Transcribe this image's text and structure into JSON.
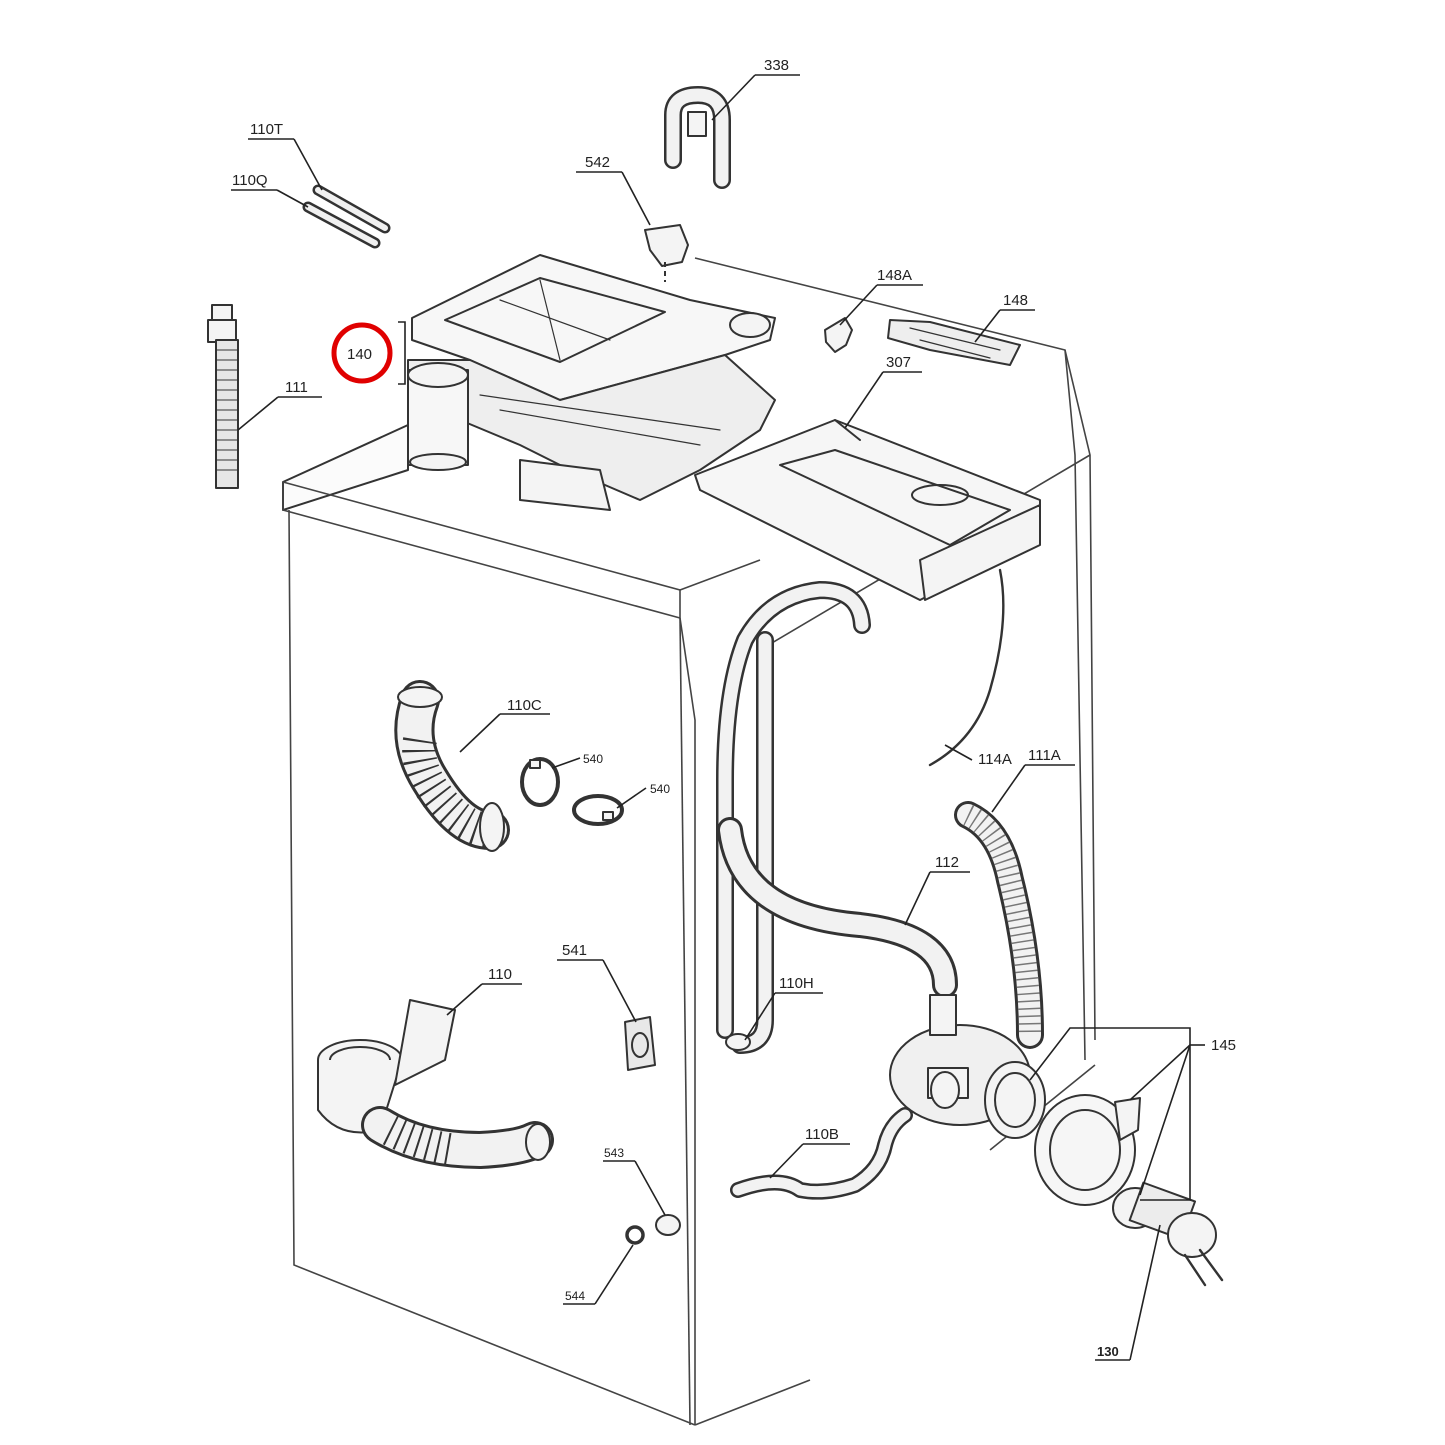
{
  "callouts": {
    "c338": "338",
    "c542": "542",
    "c110T": "110T",
    "c110Q": "110Q",
    "c148A": "148A",
    "c148": "148",
    "c140": "140",
    "c111": "111",
    "c307": "307",
    "c110C": "110C",
    "c540a": "540",
    "c540b": "540",
    "c114A": "114A",
    "c111A": "111A",
    "c112": "112",
    "c541": "541",
    "c110": "110",
    "c110H": "110H",
    "c145": "145",
    "c110B": "110B",
    "c543": "543",
    "c544": "544",
    "c130": "130"
  },
  "highlight": {
    "callout": "140",
    "color": "#e00000"
  }
}
